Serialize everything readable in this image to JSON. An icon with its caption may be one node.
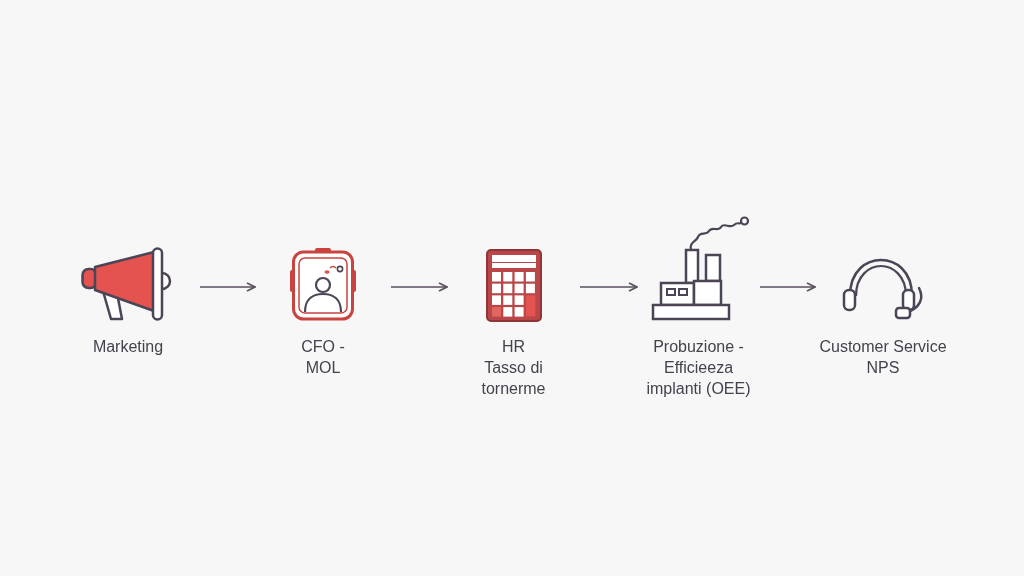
{
  "diagram": {
    "nodes": [
      {
        "text": [
          "Marketing"
        ]
      },
      {
        "text": [
          "CFO - MOL"
        ]
      },
      {
        "text": [
          "HR",
          "Tasso di tornerme"
        ]
      },
      {
        "text": [
          "Probuzione - Efficieeza implanti (OEE)"
        ]
      },
      {
        "text": [
          "Customer Service NPS"
        ]
      }
    ],
    "edges": [
      {
        "from": 0,
        "to": 1,
        "arrow": "to"
      },
      {
        "from": 1,
        "to": 2,
        "arrow": "to"
      },
      {
        "from": 2,
        "to": 3,
        "arrow": "to"
      },
      {
        "from": 3,
        "to": 4,
        "arrow": "to"
      }
    ]
  }
}
